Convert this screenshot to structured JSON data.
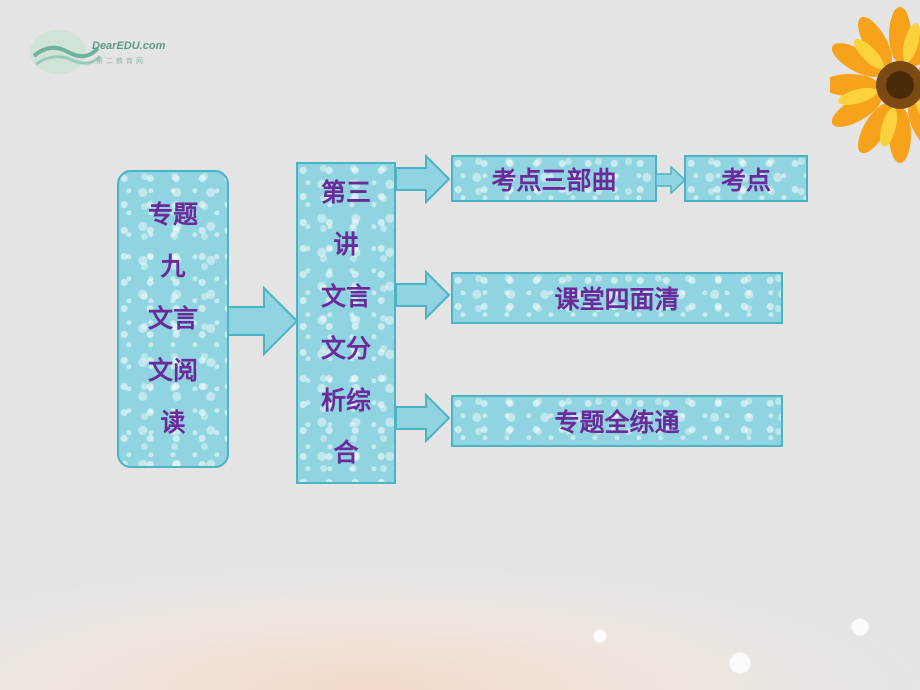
{
  "logo": {
    "brand": "DearEDU.com",
    "tagline": "第二教育网"
  },
  "diagram": {
    "root": {
      "lines": [
        "专题",
        "九",
        "文言",
        "文阅",
        "读"
      ]
    },
    "lecture": {
      "lines": [
        "第三",
        "讲",
        "文言",
        "文分",
        "析综",
        "合"
      ]
    },
    "branches": [
      {
        "label": "考点三部曲",
        "child": "考点"
      },
      {
        "label": "课堂四面清"
      },
      {
        "label": "专题全练通"
      }
    ]
  },
  "colors": {
    "box_fill": "#8fd4e0",
    "box_border": "#4cb3c4",
    "text": "#6a2a9a"
  }
}
